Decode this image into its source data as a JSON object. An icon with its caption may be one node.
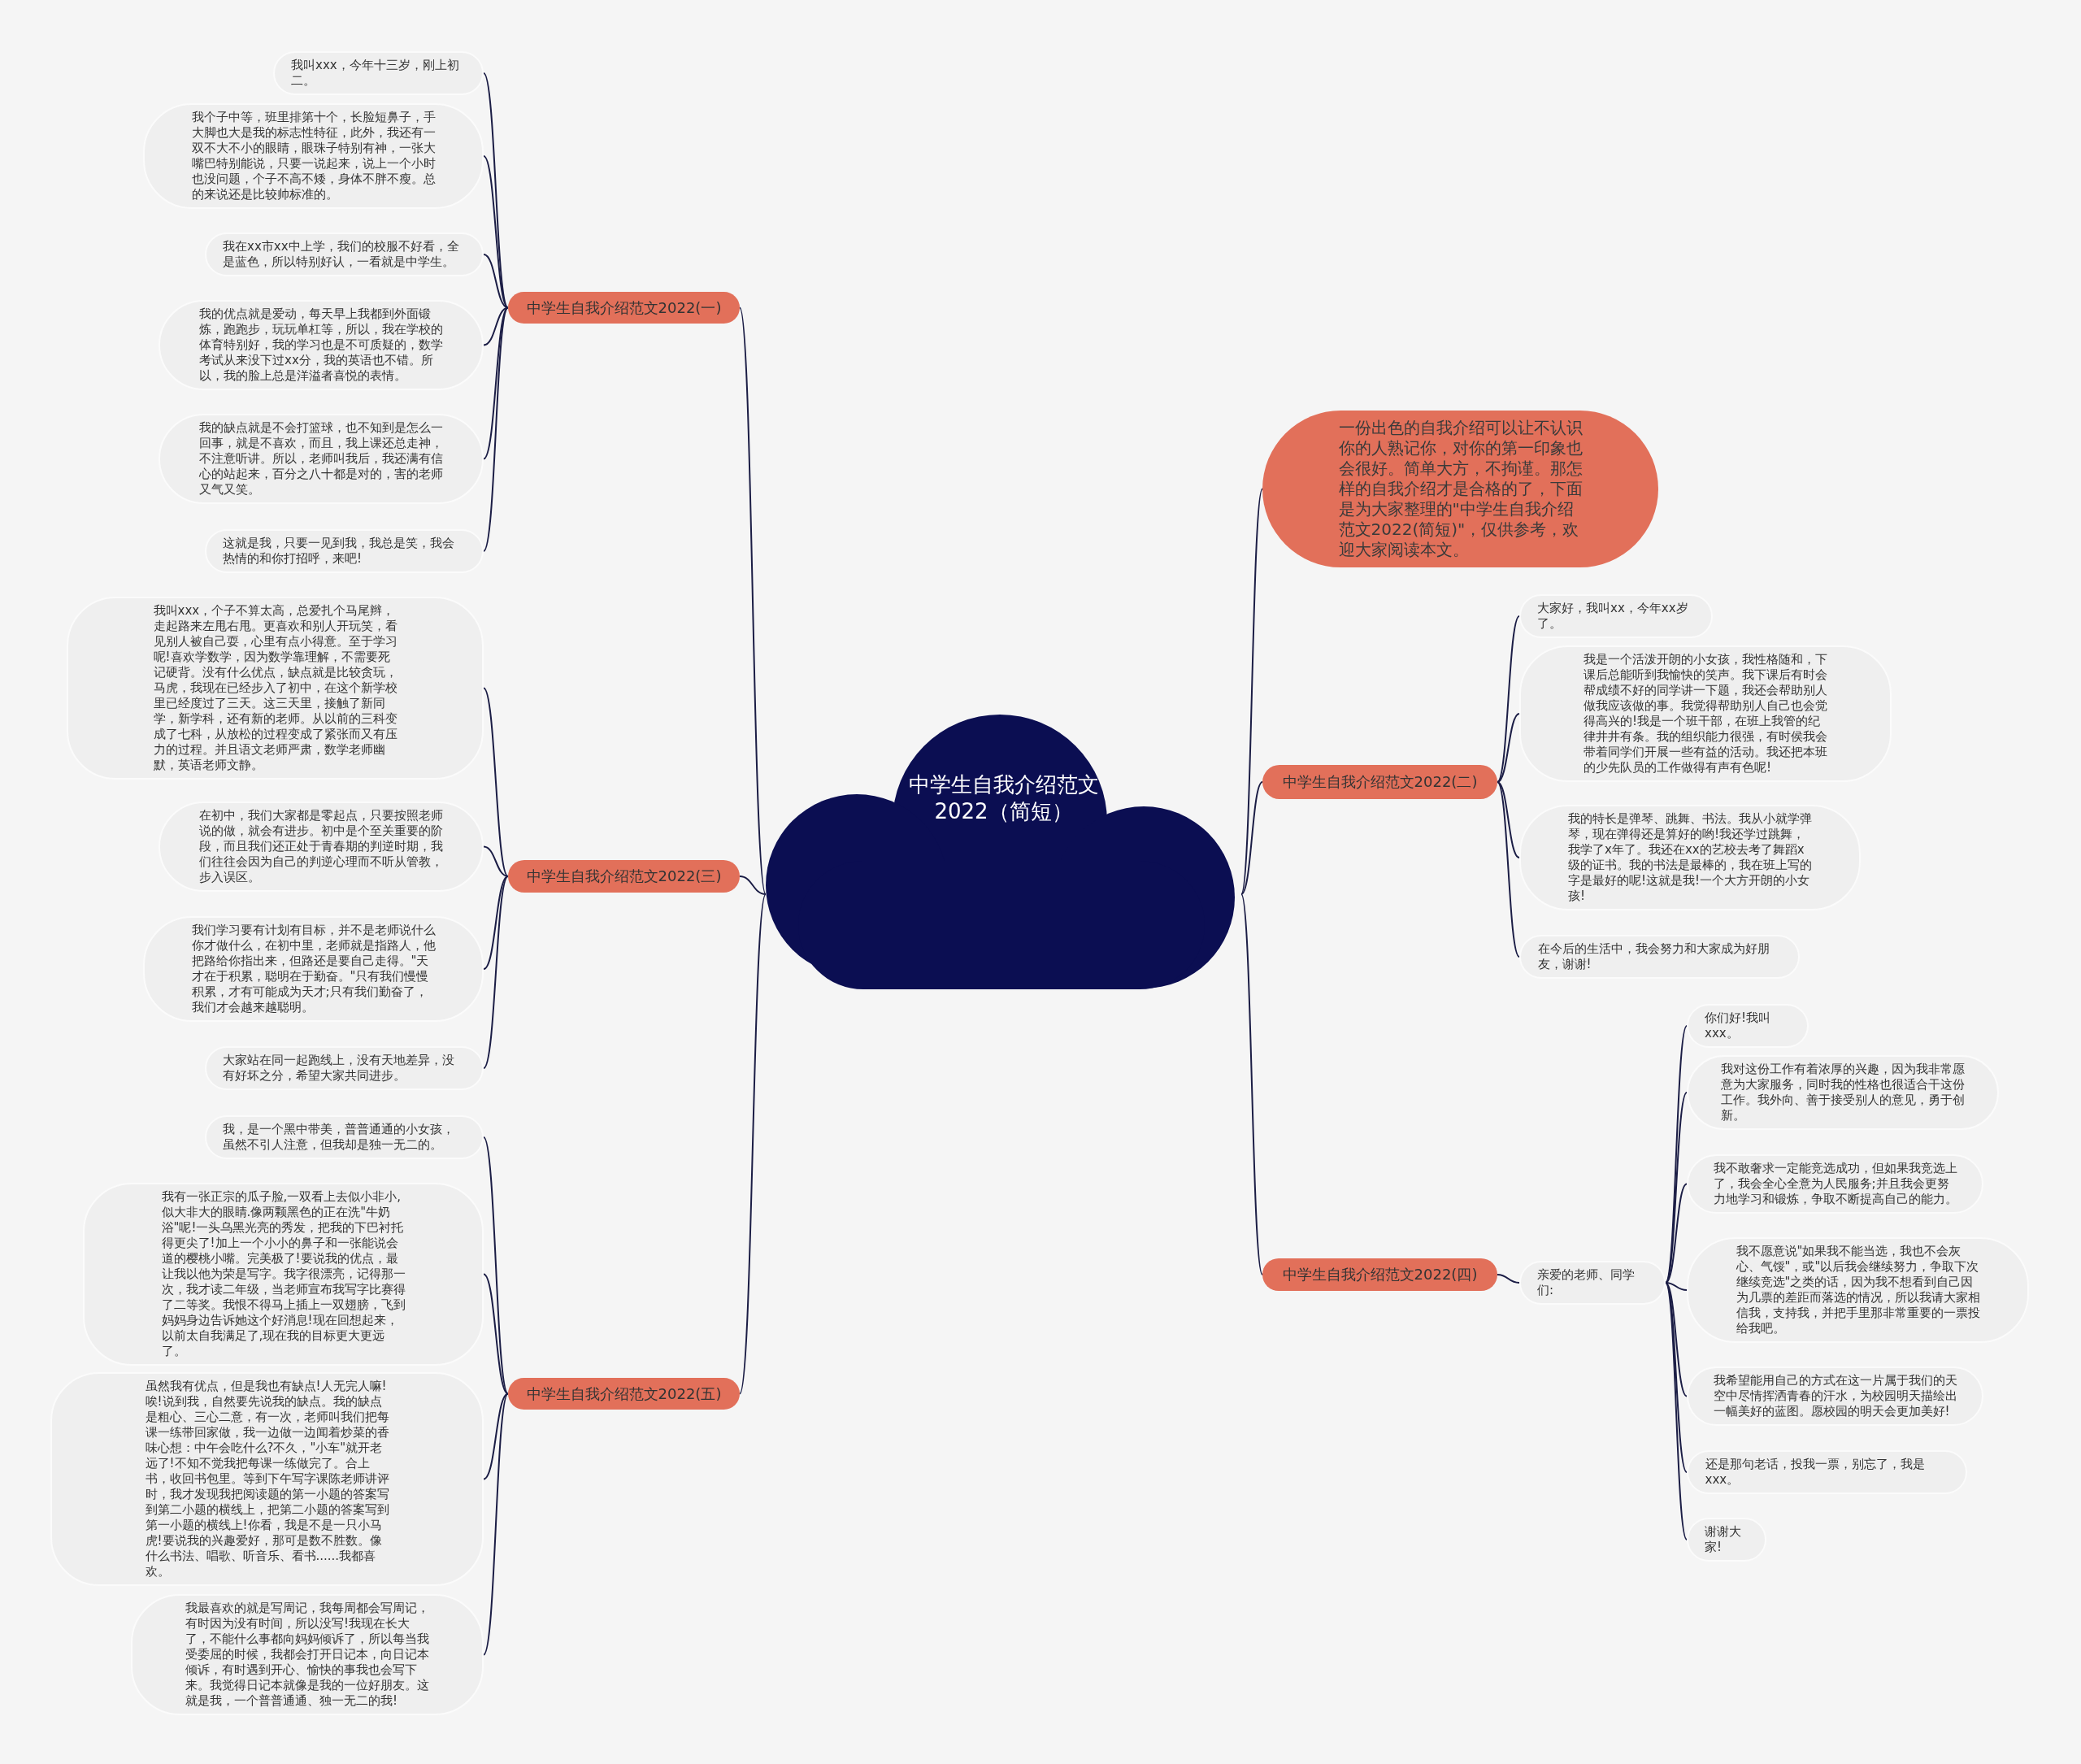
{
  "diagram": {
    "nodes": [
      {
        "text": [
          "中学生自我介绍范文2022（简短）"
        ]
      },
      {
        "text": [
          "中学生自我介绍范文2022(一)"
        ]
      },
      {
        "text": [
          "我叫xxx，今年十三岁，刚上初二。"
        ]
      },
      {
        "text": [
          "我个子中等，班里排第十个，长脸短鼻子，手大脚也大是我的标志性特征，此外，我还有一双不大不小的眼睛，眼珠子特别有神，一张大嘴巴特别能说，只要一说起来，说上一个小时也没问题，个子不高不矮，身体不胖不瘦。总的来说还是比较帅标准的。"
        ]
      },
      {
        "text": [
          "我在xx市xx中上学，我们的校服不好看，全是蓝色，所以特别好认，一看就是中学生。"
        ]
      },
      {
        "text": [
          "我的优点就是爱动，每天早上我都到外面锻炼，跑跑步，玩玩单杠等，所以，我在学校的体育特别好，我的学习也是不可质疑的，数学考试从来没下过xx分，我的英语也不错。所以，我的脸上总是洋溢者喜悦的表情。"
        ]
      },
      {
        "text": [
          "我的缺点就是不会打篮球，也不知到是怎么一回事，就是不喜欢，而且，我上课还总走神，不注意听讲。所以，老师叫我后，我还满有信心的站起来，百分之八十都是对的，害的老师又气又笑。"
        ]
      },
      {
        "text": [
          "这就是我，只要一见到我，我总是笑，我会热情的和你打招呼，来吧!"
        ]
      },
      {
        "text": [
          "中学生自我介绍范文2022(三)"
        ]
      },
      {
        "text": [
          "我叫xxx，个子不算太高，总爱扎个马尾辫，走起路来左甩右甩。更喜欢和别人开玩笑，看见别人被自己耍，心里有点小得意。至于学习呢!喜欢学数学，因为数学靠理解，不需要死记硬背。没有什么优点，缺点就是比较贪玩，马虎，我现在已经步入了初中，在这个新学校里已经度过了三天。这三天里，接触了新同学，新学科，还有新的老师。从以前的三科变成了七科，从放松的过程变成了紧张而又有压力的过程。并且语文老师严肃，数学老师幽默，英语老师文静。"
        ]
      },
      {
        "text": [
          "在初中，我们大家都是零起点，只要按照老师说的做，就会有进步。初中是个至关重要的阶段，而且我们还正处于青春期的判逆时期，我们往往会因为自己的判逆心理而不听从管教，步入误区。"
        ]
      },
      {
        "text": [
          "我们学习要有计划有目标，并不是老师说什么你才做什么，在初中里，老师就是指路人，他把路给你指出来，但路还是要自己走得。\"天才在于积累，聪明在于勤奋。\"只有我们慢慢积累，才有可能成为天才;只有我们勤奋了，我们才会越来越聪明。"
        ]
      },
      {
        "text": [
          "大家站在同一起跑线上，没有天地差异，没有好坏之分，希望大家共同进步。"
        ]
      },
      {
        "text": [
          "中学生自我介绍范文2022(五)"
        ]
      },
      {
        "text": [
          "我，是一个黑中带美，普普通通的小女孩，虽然不引人注意，但我却是独一无二的。"
        ]
      },
      {
        "text": [
          "我有一张正宗的瓜子脸,一双看上去似小非小,似大非大的眼睛.像两颗黑色的正在洗\"牛奶浴\"呢!一头乌黑光亮的秀发，把我的下巴衬托得更尖了!加上一个小小的鼻子和一张能说会道的樱桃小嘴。完美极了!要说我的优点，最让我以他为荣是写字。我字很漂亮，记得那一次，我才读二年级，当老师宣布我写字比赛得了二等奖。我恨不得马上插上一双翅膀，飞到妈妈身边告诉她这个好消息!现在回想起来，以前太自我满足了,现在我的目标更大更远了。"
        ]
      },
      {
        "text": [
          "虽然我有优点，但是我也有缺点!人无完人嘛!唉!说到我，自然要先说我的缺点。我的缺点是粗心、三心二意，有一次，老师叫我们把每课一练带回家做，我一边做一边闻着炒菜的香味心想：中午会吃什么?不久，\"小车\"就开老远了!不知不觉我把每课一练做完了。合上书，收回书包里。等到下午写字课陈老师讲评时，我才发现我把阅读题的第一小题的答案写到第二小题的横线上，把第二小题的答案写到第一小题的横线上!你看，我是不是一只小马虎!要说我的兴趣爱好，那可是数不胜数。像什么书法、唱歌、听音乐、看书......我都喜欢。"
        ]
      },
      {
        "text": [
          "我最喜欢的就是写周记，我每周都会写周记，有时因为没有时间，所以没写!我现在长大了，不能什么事都向妈妈倾诉了，所以每当我受委屈的时候，我都会打开日记本，向日记本倾诉，有时遇到开心、愉快的事我也会写下来。我觉得日记本就像是我的一位好朋友。这就是我，一个普普通通、独一无二的我!"
        ]
      },
      {
        "text": [
          "一份出色的自我介绍可以让不认识你的人熟记你，对你的第一印象也会很好。简单大方，不拘谨。那怎样的自我介绍才是合格的了，下面是为大家整理的\"中学生自我介绍范文2022(简短)\"，仅供参考，欢迎大家阅读本文。"
        ]
      },
      {
        "text": [
          "中学生自我介绍范文2022(二)"
        ]
      },
      {
        "text": [
          "大家好，我叫xx，今年xx岁了。"
        ]
      },
      {
        "text": [
          "我是一个活泼开朗的小女孩，我性格随和，下课后总能听到我愉快的笑声。我下课后有时会帮成绩不好的同学讲一下题，我还会帮助别人做我应该做的事。我觉得帮助别人自己也会觉得高兴的!我是一个班干部，在班上我管的纪律井井有条。我的组织能力很强，有时侯我会带着同学们开展一些有益的活动。我还把本班的少先队员的工作做得有声有色呢!"
        ]
      },
      {
        "text": [
          "我的特长是弹琴、跳舞、书法。我从小就学弹琴，现在弹得还是算好的哟!我还学过跳舞，我学了x年了。我还在xx的艺校去考了舞蹈x级的证书。我的书法是最棒的，我在班上写的字是最好的呢!这就是我!一个大方开朗的小女孩!"
        ]
      },
      {
        "text": [
          "在今后的生活中，我会努力和大家成为好朋友，谢谢!"
        ]
      },
      {
        "text": [
          "中学生自我介绍范文2022(四)"
        ]
      },
      {
        "text": [
          "亲爱的老师、同学们:"
        ]
      },
      {
        "text": [
          "你们好!我叫xxx。"
        ]
      },
      {
        "text": [
          "我对这份工作有着浓厚的兴趣，因为我非常愿意为大家服务，同时我的性格也很适合干这份工作。我外向、善于接受别人的意见，勇于创新。"
        ]
      },
      {
        "text": [
          "我不敢奢求一定能竞选成功，但如果我竞选上了，我会全心全意为人民服务;并且我会更努力地学习和锻炼，争取不断提高自己的能力。"
        ]
      },
      {
        "text": [
          "我不愿意说\"如果我不能当选，我也不会灰心、气馁\"，或\"以后我会继续努力，争取下次继续竞选\"之类的话，因为我不想看到自己因为几票的差距而落选的情况，所以我请大家相信我，支持我，并把手里那非常重要的一票投给我吧。"
        ]
      },
      {
        "text": [
          "我希望能用自己的方式在这一片属于我们的天空中尽情挥洒青春的汗水，为校园明天描绘出一幅美好的蓝图。愿校园的明天会更加美好!"
        ]
      },
      {
        "text": [
          "还是那句老话，投我一票，别忘了，我是xxx。"
        ]
      },
      {
        "text": [
          "谢谢大家!"
        ]
      }
    ],
    "edges": [
      {
        "from": 0,
        "to": 1,
        "arrow": "none"
      },
      {
        "from": 0,
        "to": 8,
        "arrow": "none"
      },
      {
        "from": 0,
        "to": 13,
        "arrow": "none"
      },
      {
        "from": 0,
        "to": 18,
        "arrow": "none"
      },
      {
        "from": 0,
        "to": 19,
        "arrow": "none"
      },
      {
        "from": 0,
        "to": 24,
        "arrow": "none"
      },
      {
        "from": 1,
        "to": 2,
        "arrow": "none"
      },
      {
        "from": 1,
        "to": 3,
        "arrow": "none"
      },
      {
        "from": 1,
        "to": 4,
        "arrow": "none"
      },
      {
        "from": 1,
        "to": 5,
        "arrow": "none"
      },
      {
        "from": 1,
        "to": 6,
        "arrow": "none"
      },
      {
        "from": 1,
        "to": 7,
        "arrow": "none"
      },
      {
        "from": 8,
        "to": 9,
        "arrow": "none"
      },
      {
        "from": 8,
        "to": 10,
        "arrow": "none"
      },
      {
        "from": 8,
        "to": 11,
        "arrow": "none"
      },
      {
        "from": 8,
        "to": 12,
        "arrow": "none"
      },
      {
        "from": 13,
        "to": 14,
        "arrow": "none"
      },
      {
        "from": 13,
        "to": 15,
        "arrow": "none"
      },
      {
        "from": 13,
        "to": 16,
        "arrow": "none"
      },
      {
        "from": 13,
        "to": 17,
        "arrow": "none"
      },
      {
        "from": 19,
        "to": 20,
        "arrow": "none"
      },
      {
        "from": 19,
        "to": 21,
        "arrow": "none"
      },
      {
        "from": 19,
        "to": 22,
        "arrow": "none"
      },
      {
        "from": 19,
        "to": 23,
        "arrow": "none"
      },
      {
        "from": 24,
        "to": 25,
        "arrow": "none"
      },
      {
        "from": 25,
        "to": 26,
        "arrow": "none"
      },
      {
        "from": 25,
        "to": 27,
        "arrow": "none"
      },
      {
        "from": 25,
        "to": 28,
        "arrow": "none"
      },
      {
        "from": 25,
        "to": 29,
        "arrow": "none"
      },
      {
        "from": 25,
        "to": 30,
        "arrow": "none"
      },
      {
        "from": 25,
        "to": 31,
        "arrow": "none"
      },
      {
        "from": 25,
        "to": 32,
        "arrow": "none"
      }
    ]
  }
}
